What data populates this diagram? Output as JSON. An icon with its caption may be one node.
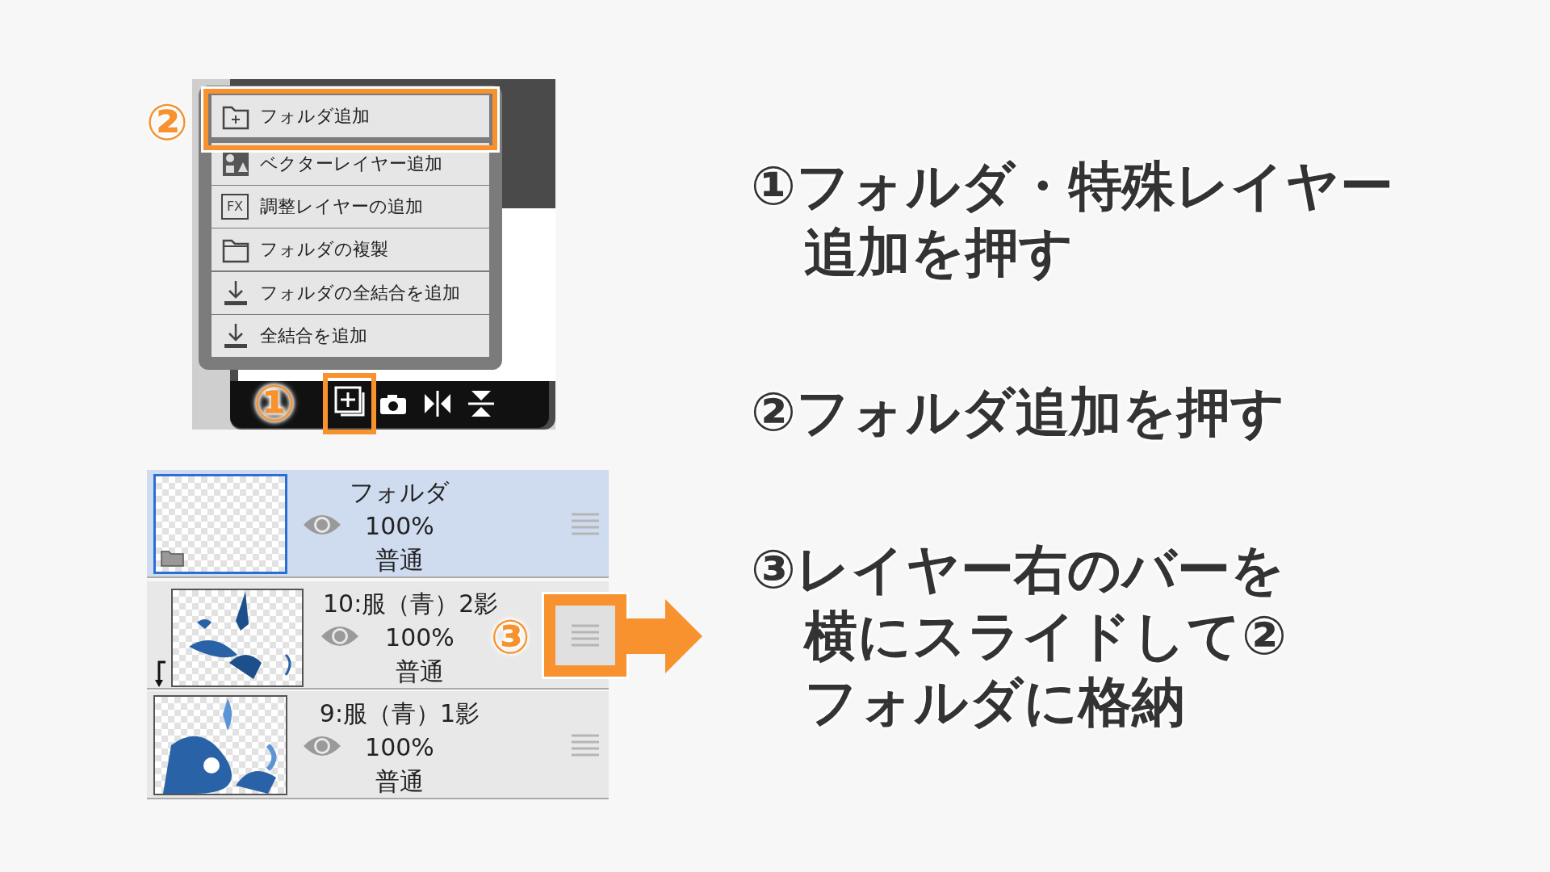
{
  "diagram": {
    "labels": [
      "②",
      "フォルダ追加",
      "ベクターレイヤー追加",
      "FX",
      "調整レイヤーの追加",
      "フォルダの複製",
      "フォルダの全結合を追加",
      "全結合を追加",
      "①",
      "①フォルダ・特殊レイヤー追加を押す",
      "②フォルダ追加を押す",
      "フォルダ",
      "100%",
      "普通",
      "10:服（青）2影",
      "100%",
      "普通",
      "③",
      "9:服（青）1影",
      "100%",
      "普通",
      "③レイヤー右のバーを横にスライドして②フォルダに格納"
    ]
  }
}
